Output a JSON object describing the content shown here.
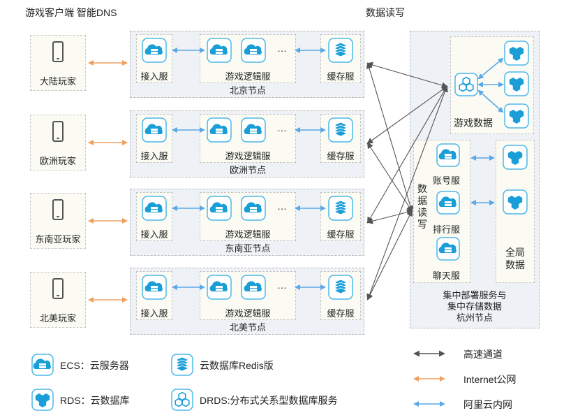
{
  "header": {
    "left_title": "游戏客户端 智能DNS",
    "right_title": "数据读写"
  },
  "regions": [
    {
      "player": "大陆玩家",
      "node": "北京节点",
      "access": "接入服",
      "logic": "游戏逻辑服",
      "cache": "缓存服"
    },
    {
      "player": "欧洲玩家",
      "node": "欧洲节点",
      "access": "接入服",
      "logic": "游戏逻辑服",
      "cache": "缓存服"
    },
    {
      "player": "东南亚玩家",
      "node": "东南亚节点",
      "access": "接入服",
      "logic": "游戏逻辑服",
      "cache": "缓存服"
    },
    {
      "player": "北美玩家",
      "node": "北美节点",
      "access": "接入服",
      "logic": "游戏逻辑服",
      "cache": "缓存服"
    }
  ],
  "ellipsis": "…",
  "central": {
    "game_data": "游戏数据",
    "rw_label": "数据读写",
    "account": "账号服",
    "ranking": "排行服",
    "chat": "聊天服",
    "global_data": "全局数据",
    "footer_line1": "集中部署服务与",
    "footer_line2": "集中存储数据",
    "footer_line3": "杭州节点"
  },
  "legend": {
    "ecs": "ECS：云服务器",
    "redis": "云数据库Redis版",
    "rds": "RDS：云数据库",
    "drds": "DRDS:分布式关系型数据库服务",
    "fast": "高速通道",
    "internet": "Internet公网",
    "intranet": "阿里云内网"
  },
  "colors": {
    "internet": "#f0a060",
    "intranet": "#5aa8e6",
    "fast": "#555555",
    "icon_fill": "#1a9ed8",
    "icon_border": "#4db8e8"
  },
  "icons": [
    "phone-icon",
    "ecs-icon",
    "redis-icon",
    "rds-icon",
    "drds-icon"
  ]
}
